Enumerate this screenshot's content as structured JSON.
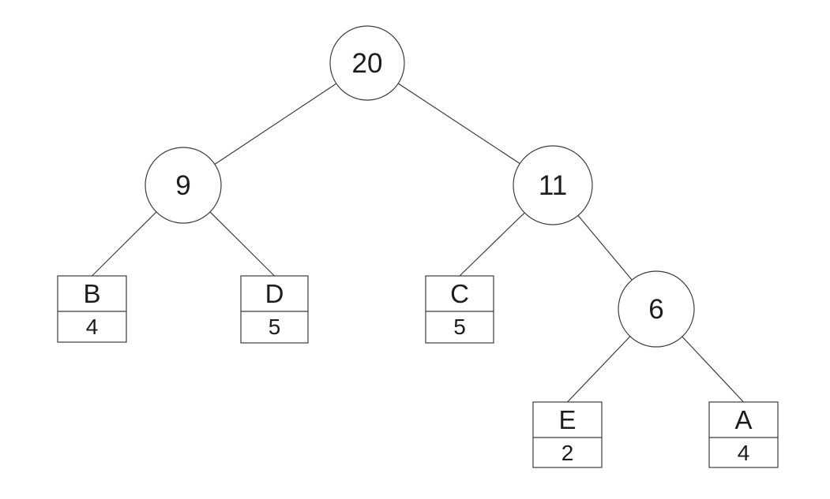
{
  "diagram": {
    "type": "binary-tree",
    "colors": {
      "background": "#ffffff",
      "stroke": "#3d3d3d",
      "node_fill": "#ffffff",
      "text": "#1c1c1c"
    },
    "internal_nodes": [
      {
        "id": "20",
        "label": "20",
        "shape": "circle"
      },
      {
        "id": "9",
        "label": "9",
        "shape": "circle"
      },
      {
        "id": "11",
        "label": "11",
        "shape": "circle"
      },
      {
        "id": "6",
        "label": "6",
        "shape": "circle"
      }
    ],
    "leaves": [
      {
        "id": "B",
        "symbol": "B",
        "weight": "4"
      },
      {
        "id": "D",
        "symbol": "D",
        "weight": "5"
      },
      {
        "id": "C",
        "symbol": "C",
        "weight": "5"
      },
      {
        "id": "E",
        "symbol": "E",
        "weight": "2"
      },
      {
        "id": "A",
        "symbol": "A",
        "weight": "4"
      }
    ],
    "edges": [
      {
        "from": "20",
        "to": "9"
      },
      {
        "from": "20",
        "to": "11"
      },
      {
        "from": "9",
        "to": "B"
      },
      {
        "from": "9",
        "to": "D"
      },
      {
        "from": "11",
        "to": "C"
      },
      {
        "from": "11",
        "to": "6"
      },
      {
        "from": "6",
        "to": "E"
      },
      {
        "from": "6",
        "to": "A"
      }
    ]
  }
}
